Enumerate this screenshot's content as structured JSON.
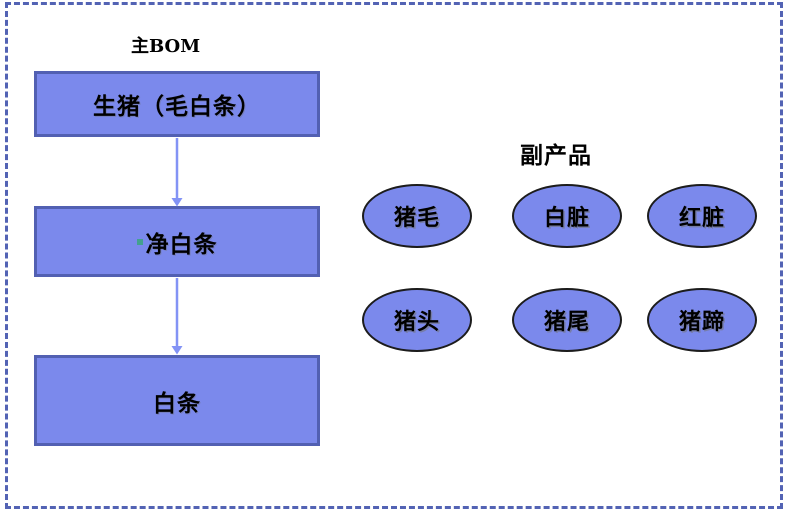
{
  "page": {
    "background": "#ffffff"
  },
  "diagram": {
    "main_bom": {
      "title": "主BOM",
      "nodes": [
        {
          "label": "生猪（毛白条）"
        },
        {
          "label": "净白条",
          "has_bullet": true
        },
        {
          "label": "白条"
        }
      ],
      "connections": [
        {
          "from": "生猪（毛白条）",
          "to": "净白条"
        },
        {
          "from": "净白条",
          "to": "白条"
        }
      ]
    },
    "byproducts": {
      "title": "副产品",
      "items": [
        "猪毛",
        "白脏",
        "红脏",
        "猪头",
        "猪尾",
        "猪蹄"
      ]
    },
    "colors": {
      "shape_fill": "#7b89ec",
      "shape_border": "#5260b2",
      "ellipse_border": "#1c1c1c",
      "arrow": "#8393f5",
      "frame_dash": "#5363b4",
      "bullet": "#43a18f",
      "text": "#000000"
    }
  }
}
